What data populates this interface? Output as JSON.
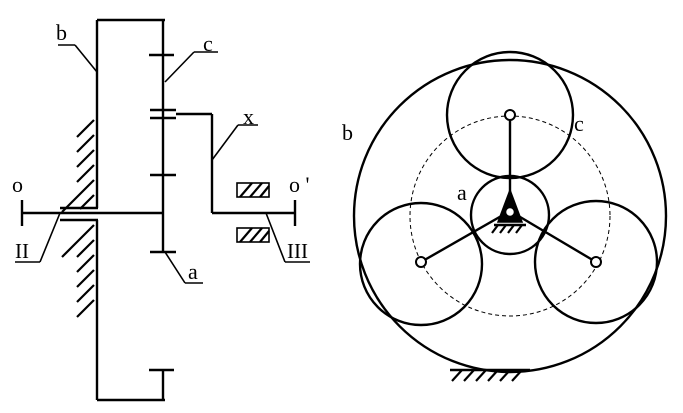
{
  "schematic": {
    "labels": {
      "ring_gear": "b",
      "planet_gear": "c",
      "carrier": "x",
      "sun_gear": "a",
      "input_shaft": "II",
      "output_shaft": "III",
      "axis_left": "o",
      "axis_right": "o '"
    }
  },
  "front_view": {
    "labels": {
      "ring_gear": "b",
      "planet_gear": "c",
      "sun_gear": "a"
    }
  }
}
